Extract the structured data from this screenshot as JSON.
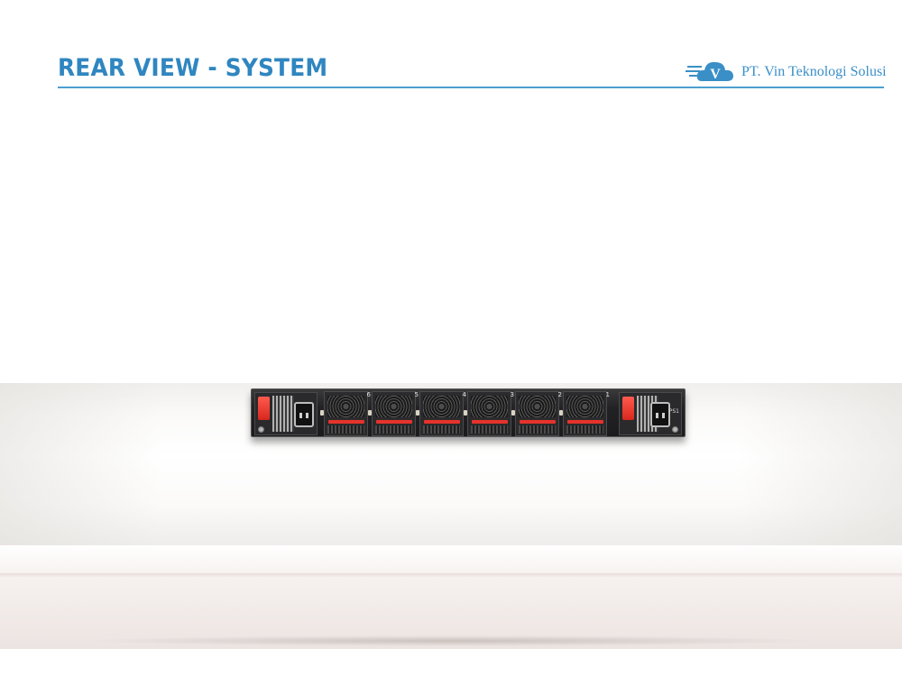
{
  "header": {
    "title": "REAR VIEW - SYSTEM",
    "company": "PT. Vin Teknologi Solusi",
    "logo_letter": "V",
    "accent_color": "#2f86c0"
  },
  "device": {
    "fans": [
      {
        "label": "6"
      },
      {
        "label": "5"
      },
      {
        "label": "4"
      },
      {
        "label": "3"
      },
      {
        "label": "2"
      },
      {
        "label": "1"
      }
    ],
    "psu_right_label": "PS1",
    "handle_color": "#e6332a"
  }
}
